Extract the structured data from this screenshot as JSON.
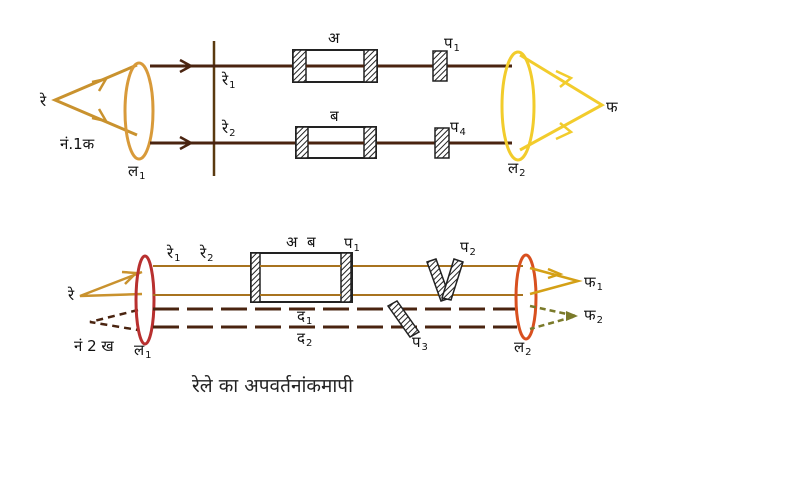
{
  "top_figure": {
    "source_label": "रे",
    "slit_label": "नं.1क",
    "lens1_label": "ल",
    "lens1_sub": "1",
    "lens2_label": "ल",
    "lens2_sub": "2",
    "focus_label": "फ",
    "ray1_label": "रे",
    "ray1_sub": "1",
    "ray2_label": "रे",
    "ray2_sub": "2",
    "tube_a_label": "अ",
    "tube_b_label": "ब",
    "plate1_label": "प",
    "plate1_sub": "1",
    "plate4_label": "प",
    "plate4_sub": "4"
  },
  "bottom_figure": {
    "source_label": "रे",
    "slit_label": "नं 2 ख",
    "lens1_label": "ल",
    "lens1_sub": "1",
    "lens2_label": "ल",
    "lens2_sub": "2",
    "ray1_label": "रे",
    "ray1_sub": "1",
    "ray2_label": "रे",
    "ray2_sub": "2",
    "tubes_label": "अ  ब",
    "plate1_label": "प",
    "plate1_sub": "1",
    "plate2_label": "प",
    "plate2_sub": "2",
    "plate3_label": "प",
    "plate3_sub": "3",
    "beam1_label": "द",
    "beam1_sub": "1",
    "beam2_label": "द",
    "beam2_sub": "2",
    "focus1_label": "फ",
    "focus1_sub": "1",
    "focus2_label": "फ",
    "focus2_sub": "2"
  },
  "caption": "रेले का अपवर्तनांकमापी",
  "colors": {
    "ray_top": "#4a2410",
    "source_ray": "#c9922e",
    "lens_top_left": "#d89a3a",
    "lens_top_right": "#f2cc2c",
    "lens_bottom_left": "#b8302f",
    "lens_bottom_right": "#d8501f",
    "beam_bottom": "#a8731f",
    "dashed_beam": "#4a2410",
    "dashed_out": "#7a7a2a"
  }
}
